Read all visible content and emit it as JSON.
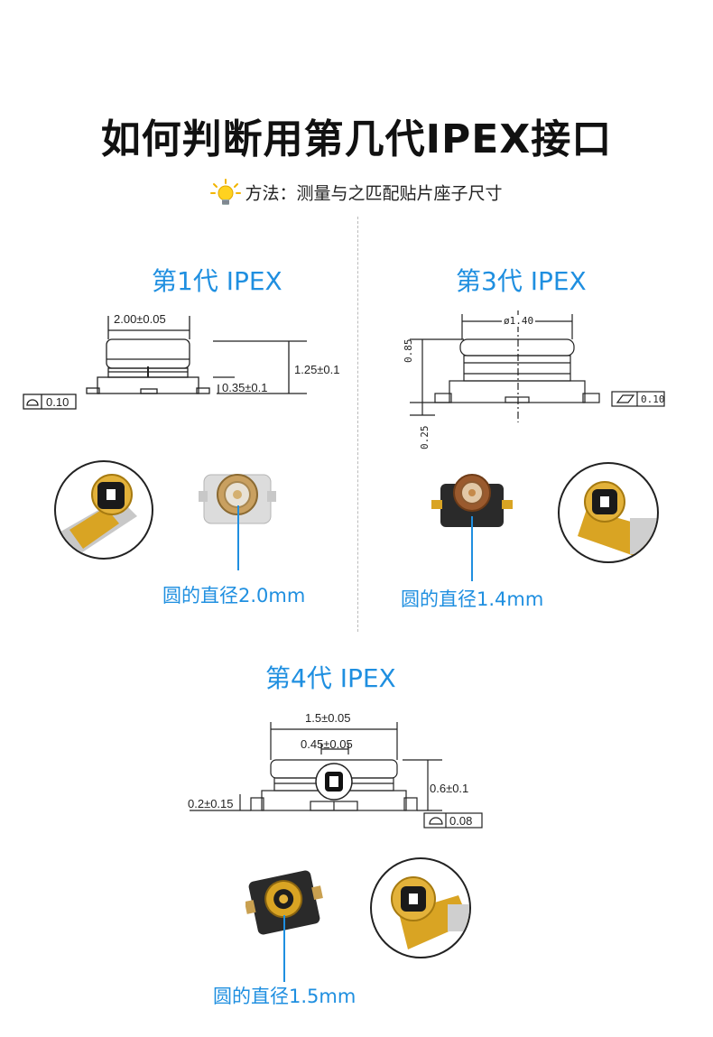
{
  "header": {
    "title": "如何判断用第几代IPEX接口",
    "method": "方法：测量与之匹配贴片座子尺寸"
  },
  "sections": {
    "gen1": {
      "title": "第1代 IPEX",
      "dim_width": "2.00±0.05",
      "dim_height": "1.25±0.1",
      "dim_base": "0.35±0.1",
      "flatness": "0.10",
      "caption": "圆的直径2.0mm"
    },
    "gen3": {
      "title": "第3代 IPEX",
      "dim_dia": "ø1.40",
      "dim_height": "0.85",
      "dim_base": "0.25",
      "flatness": "0.10",
      "caption": "圆的直径1.4mm"
    },
    "gen4": {
      "title": "第4代 IPEX",
      "dim_width": "1.5±0.05",
      "dim_inner": "0.45±0.05",
      "dim_height": "0.6±0.1",
      "dim_base": "0.2±0.15",
      "flatness": "0.08",
      "caption": "圆的直径1.5mm"
    }
  },
  "colors": {
    "accent": "#1f8fe0",
    "gold": "#d9a423",
    "line": "#222222"
  }
}
